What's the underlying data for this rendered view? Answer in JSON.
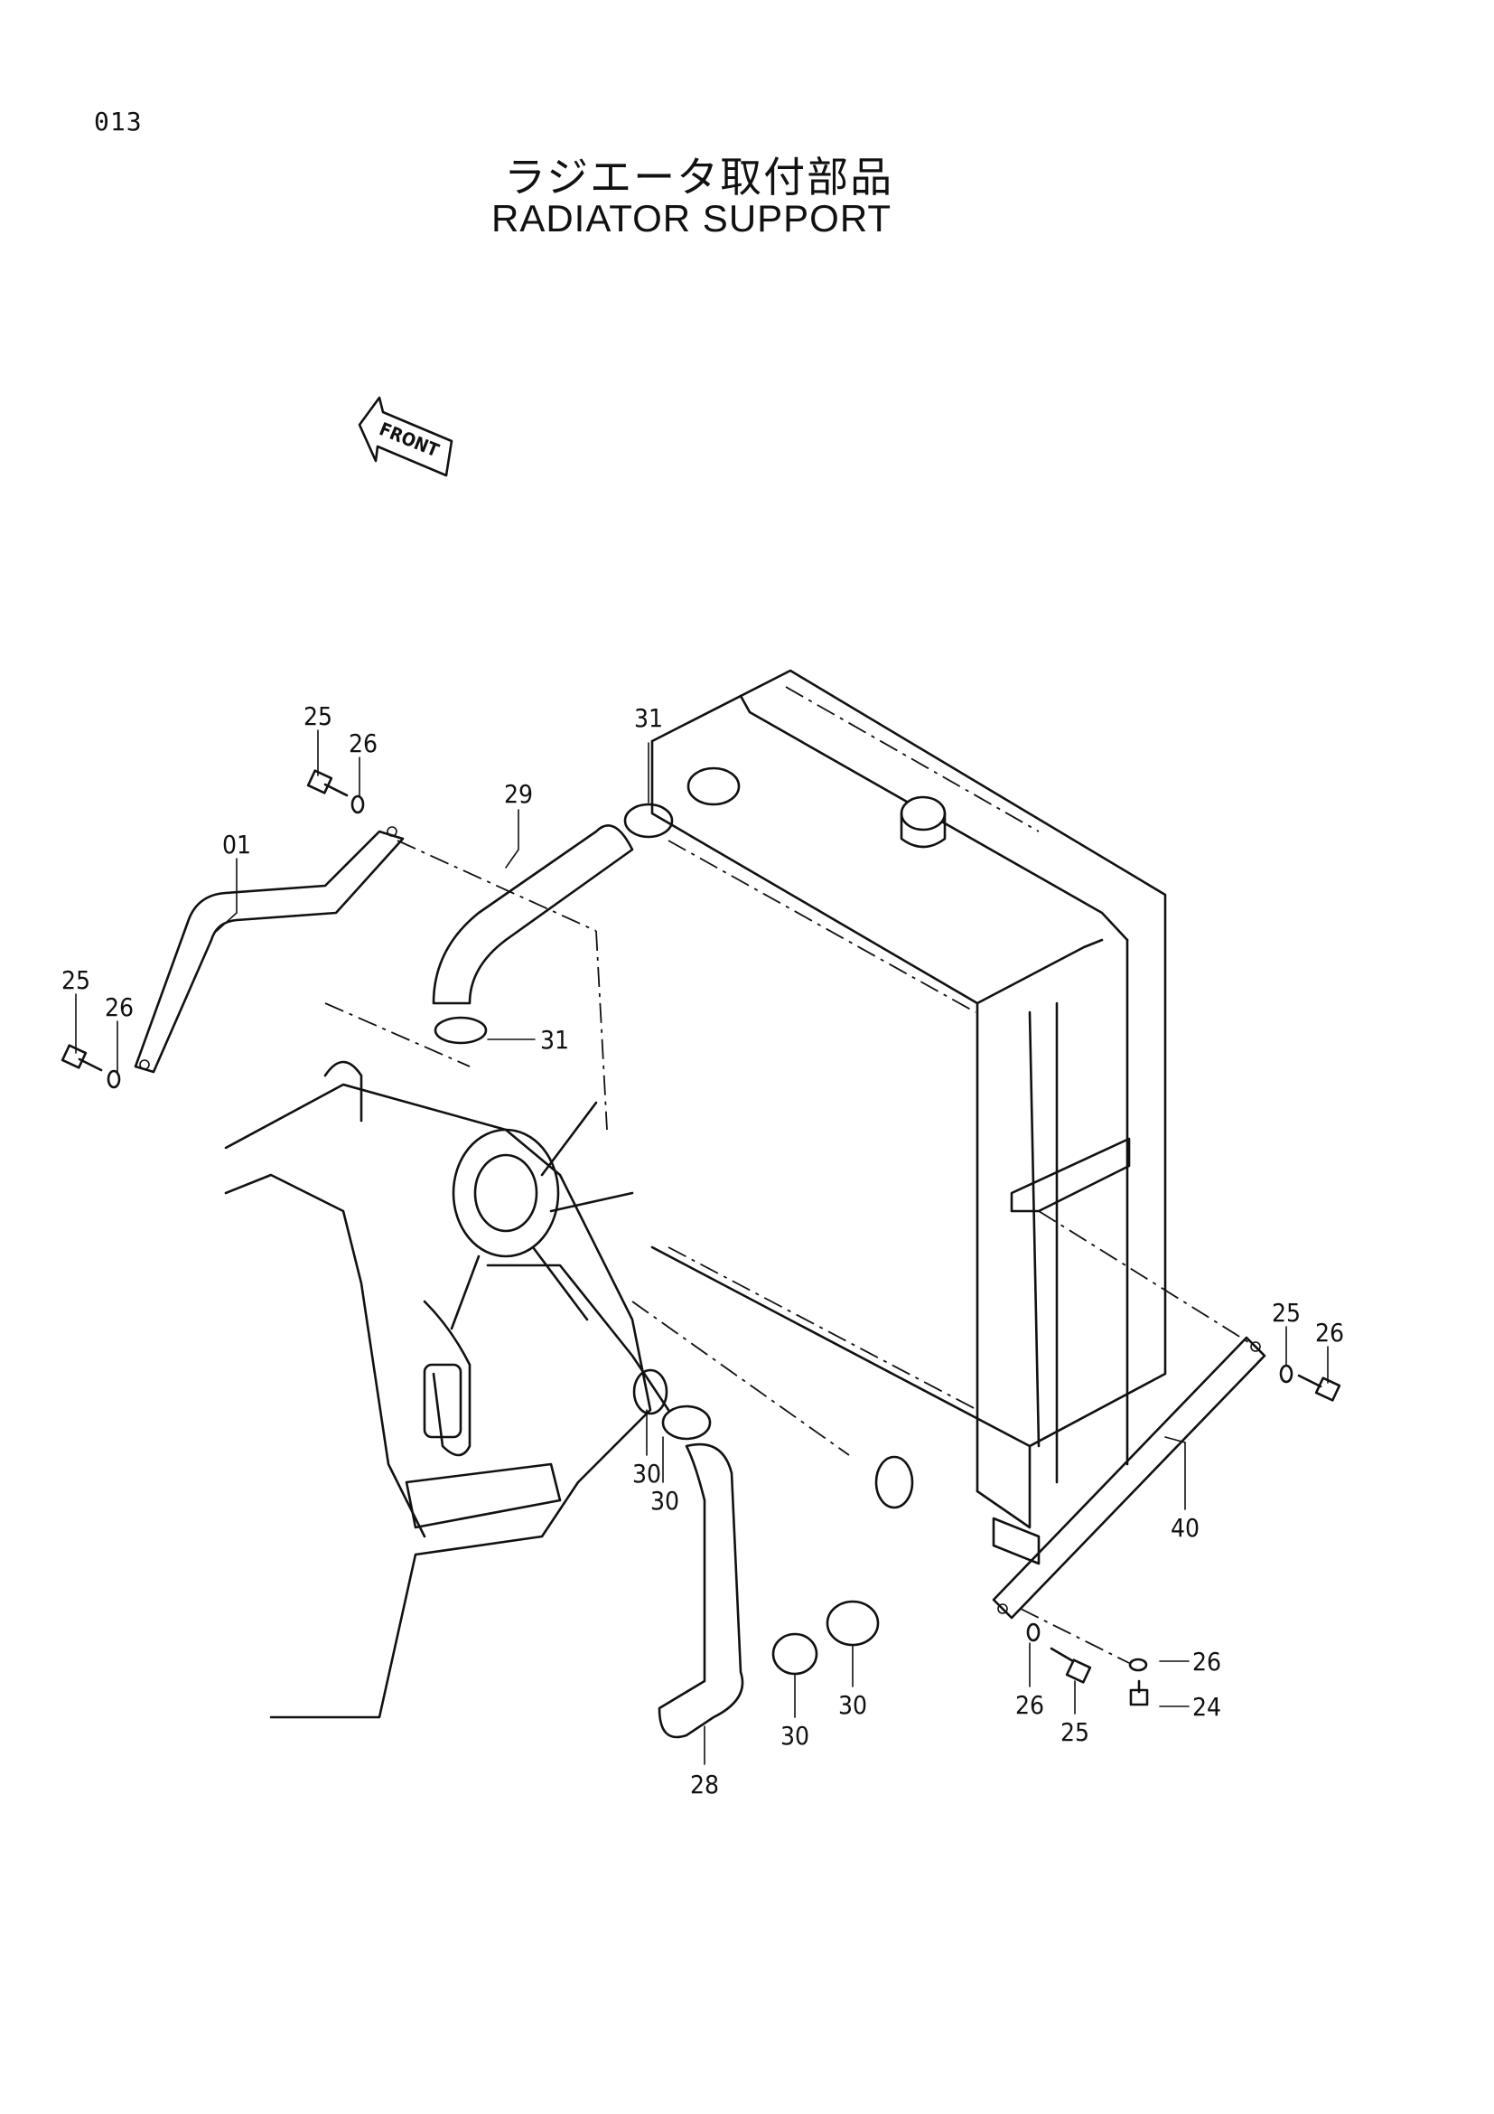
{
  "page": {
    "number": "013",
    "title_ja": "ラジエータ取付部品",
    "title_en": "RADIATOR SUPPORT"
  },
  "front_arrow": {
    "label": "FRONT"
  },
  "callouts": [
    {
      "label": "25"
    },
    {
      "label": "26"
    },
    {
      "label": "01"
    },
    {
      "label": "25"
    },
    {
      "label": "26"
    },
    {
      "label": "31"
    },
    {
      "label": "29"
    },
    {
      "label": "31"
    },
    {
      "label": "30"
    },
    {
      "label": "30"
    },
    {
      "label": "28"
    },
    {
      "label": "30"
    },
    {
      "label": "30"
    },
    {
      "label": "25"
    },
    {
      "label": "26"
    },
    {
      "label": "40"
    },
    {
      "label": "26"
    },
    {
      "label": "24"
    },
    {
      "label": "26"
    },
    {
      "label": "25"
    }
  ]
}
